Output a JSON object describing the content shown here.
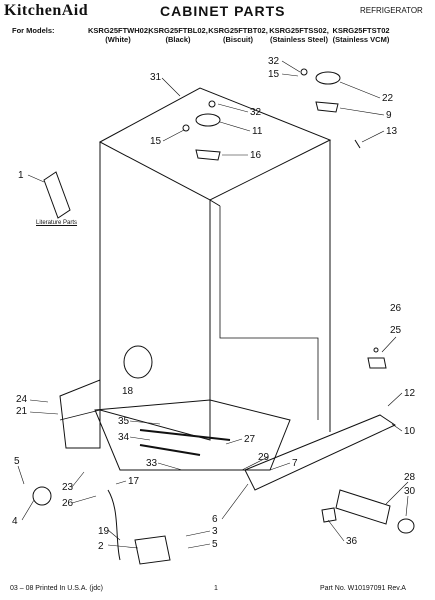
{
  "header": {
    "brand": "KitchenAid",
    "title": "CABINET PARTS",
    "product": "REFRIGERATOR",
    "models_label": "For Models:",
    "models": [
      {
        "code": "KSRG25FTWH02,",
        "color": "(White)"
      },
      {
        "code": "KSRG25FTBL02,",
        "color": "(Black)"
      },
      {
        "code": "KSRG25FTBT02,",
        "color": "(Biscuit)"
      },
      {
        "code": "KSRG25FTSS02,",
        "color": "(Stainless Steel)"
      },
      {
        "code": "KSRG25FTST02",
        "color": "(Stainless VCM)"
      }
    ]
  },
  "literature_label": "Literature Parts",
  "callouts": [
    "31",
    "32",
    "11",
    "15",
    "16",
    "32",
    "15",
    "22",
    "9",
    "13",
    "1",
    "26",
    "25",
    "18",
    "24",
    "21",
    "12",
    "10",
    "35",
    "34",
    "27",
    "33",
    "29",
    "7",
    "5",
    "23",
    "17",
    "26",
    "28",
    "30",
    "6",
    "4",
    "19",
    "3",
    "5",
    "2",
    "36"
  ],
  "footer": {
    "left": "03 – 08 Printed In U.S.A. (jdc)",
    "page": "1",
    "right": "Part No. W10197091 Rev.A"
  }
}
